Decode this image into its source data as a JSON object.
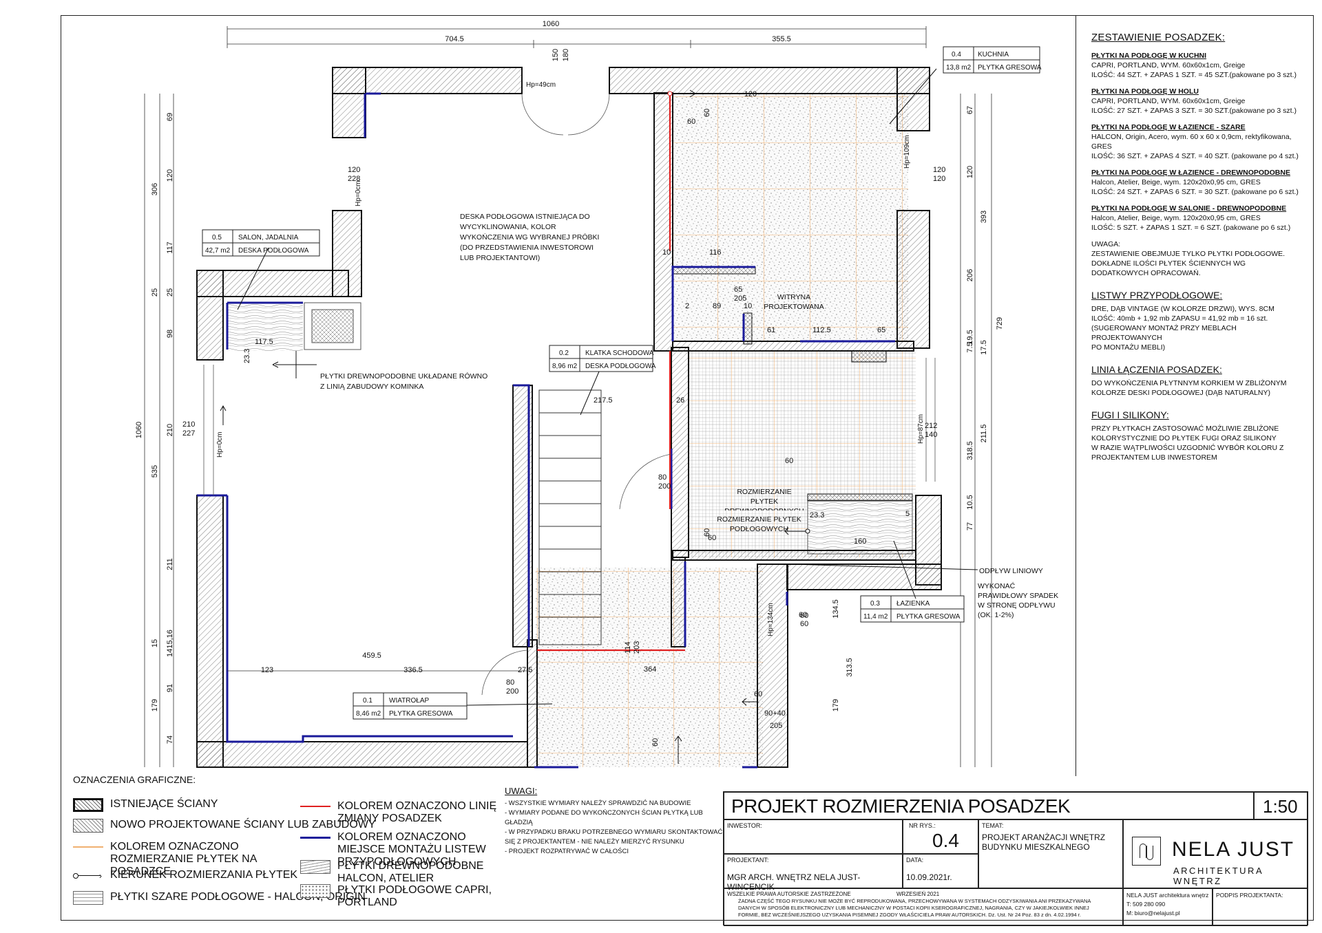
{
  "plan": {
    "dims_top": [
      "1060",
      "704.5",
      "355.5",
      "150",
      "180"
    ],
    "dims_left": [
      "69",
      "306",
      "120",
      "117",
      "25",
      "25",
      "98",
      "1060",
      "210",
      "535",
      "211",
      "15",
      "1415,16",
      "91",
      "179",
      "74"
    ],
    "dims_right": [
      "67",
      "120",
      "393",
      "206",
      "729",
      "19.5",
      "7.5",
      "17.5",
      "211.5",
      "318.5",
      "10.5",
      "77",
      "134.5",
      "313.5",
      "179"
    ],
    "dims_bottom": [
      "459.5",
      "123",
      "336.5"
    ],
    "dims_inner": [
      "120",
      "228",
      "120",
      "120",
      "10",
      "116",
      "65",
      "205",
      "2",
      "89",
      "10",
      "61",
      "112.5",
      "65",
      "217.5",
      "26",
      "80",
      "200",
      "212",
      "140",
      "60",
      "60",
      "60",
      "60",
      "60",
      "23.3",
      "5",
      "160",
      "114",
      "203",
      "364",
      "27.5",
      "80",
      "200",
      "90+40",
      "205",
      "60",
      "60",
      "60",
      "60",
      "60",
      "210",
      "227"
    ],
    "hp_labels": [
      "Hp=49cm",
      "Hp=0cm",
      "Hp=109cm",
      "Hp=87cm",
      "Hp=0cm",
      "Hp=134cm"
    ],
    "room_tags": [
      {
        "num": "0.4",
        "name": "KUCHNIA",
        "area": "13,8 m2",
        "finish": "PŁYTKA GRESOWA"
      },
      {
        "num": "0.5",
        "name": "SALON, JADALNIA",
        "area": "42,7 m2",
        "finish": "DESKA PODŁOGOWA"
      },
      {
        "num": "0.2",
        "name": "KLATKA SCHODOWA",
        "area": "8,96 m2",
        "finish": "DESKA PODŁOGOWA"
      },
      {
        "num": "0.3",
        "name": "ŁAZIENKA",
        "area": "11,4 m2",
        "finish": "PŁYTKA GRESOWA"
      },
      {
        "num": "0.1",
        "name": "WIATROŁAP",
        "area": "8,46 m2",
        "finish": "PŁYTKA GRESOWA"
      }
    ],
    "notes": {
      "deska": "DESKA PODŁOGOWA ISTNIEJĄCA DO WYCYKLINOWANIA, KOLOR WYKOŃCZENIA WG WYBRANEJ PRÓBKI (DO PRZEDSTAWIENIA INWESTOROWI LUB PROJEKTANTOWI)",
      "plytki_drew": "PŁYTKI DREWNOPODOBNE UKŁADANE RÓWNO Z LINIĄ ZABUDOWY KOMINKA",
      "witryna": "WITRYNA PROJEKTOWANA",
      "rozm_drew": "ROZMIERZANIE PŁYTEK DREWNOPODOBNYCH",
      "rozm_podl": "ROZMIERZANIE PŁYTEK PODŁOGOWYCH",
      "odplyw": "ODPŁYW LINIOWY",
      "spadek": "WYKONAĆ PRAWIDŁOWY SPADEK W STRONĘ ODPŁYWU (OK. 1-2%)",
      "fireplace_dim_1": "117.5",
      "fireplace_dim_2": "23.3"
    }
  },
  "side": {
    "title": "ZESTAWIENIE POSADZEK:",
    "blocks": [
      {
        "head": "PŁYTKI NA PODŁOGĘ W KUCHNI",
        "l1": "CAPRI, PORTLAND, WYM. 60x60x1cm, Greige",
        "l2": "ILOŚĆ: 44 SZT. + ZAPAS 1 SZT. =  45 SZT.(pakowane po 3 szt.)"
      },
      {
        "head": "PŁYTKI NA PODŁOGĘ W HOLU",
        "l1": "CAPRI, PORTLAND, WYM. 60x60x1cm, Greige",
        "l2": "ILOŚĆ: 27 SZT. + ZAPAS 3 SZT. =  30 SZT.(pakowane po 3 szt.)"
      },
      {
        "head": "PŁYTKI NA PODŁOGĘ W ŁAZIENCE - SZARE",
        "l1": "HALCON, Origin, Acero, wym. 60 x 60 x 0,9cm, rektyfikowana, GRES",
        "l2": "ILOŚĆ: 36 SZT. + ZAPAS 4 SZT. = 40 SZT. (pakowane po 4 szt.)"
      },
      {
        "head": "PŁYTKI NA PODŁOGĘ W ŁAZIENCE  - DREWNOPODOBNE",
        "l1": "Halcon, Atelier, Beige, wym. 120x20x0,95 cm,  GRES",
        "l2": "ILOŚĆ: 24 SZT. + ZAPAS 6 SZT. = 30 SZT. (pakowane po 6 szt.)"
      },
      {
        "head": "PŁYTKI NA PODŁOGĘ W SALONIE - DREWNOPODOBNE",
        "l1": "Halcon, Atelier, Beige, wym. 120x20x0,95 cm,  GRES",
        "l2": "ILOŚĆ: 5 SZT. + ZAPAS 1 SZT. = 6 SZT. (pakowane po 6 szt.)"
      }
    ],
    "uwaga_head": "UWAGA:",
    "uwaga": "ZESTAWIENIE OBEJMUJE TYLKO PŁYTKI PODŁOGOWE. DOKŁADNE ILOŚCI PŁYTEK ŚCIENNYCH WG DODATKOWYCH OPRACOWAŃ.",
    "listwy_head": "LISTWY PRZYPODŁOGOWE:",
    "listwy": [
      "DRE, DĄB VINTAGE (W KOLORZE DRZWI), WYS. 8CM",
      "ILOŚĆ: 40mb + 1,92 mb ZAPASU = 41,92 mb = 16 szt.",
      "(SUGEROWANY MONTAŻ PRZY MEBLACH PROJEKTOWANYCH",
      "PO MONTAŻU MEBLI)"
    ],
    "linia_head": "LINIA ŁĄCZENIA POSADZEK:",
    "linia": [
      "DO WYKOŃCZENIA PŁYTNNYM KORKIEM W ZBLIŻONYM",
      "KOLORZE DESKI PODŁOGOWEJ (DĄB NATURALNY)"
    ],
    "fugi_head": "FUGI I SILIKONY:",
    "fugi": [
      "PRZY PŁYTKACH ZASTOSOWAĆ MOŻLIWIE ZBLIŻONE",
      "KOLORYSTYCZNIE DO PŁYTEK FUGI ORAZ SILIKONY",
      "W RAZIE WĄTPLIWOŚCI UZGODNIĆ WYBÓR KOLORU Z",
      "PROJEKTANTEM LUB INWESTOREM"
    ]
  },
  "legend": {
    "title": "OZNACZENIA GRAFICZNE:",
    "items": [
      "ISTNIEJĄCE ŚCIANY",
      "NOWO PROJEKTOWANE ŚCIANY LUB ZABUDOWY",
      "KOLOREM OZNACZONO ROZMIERZANIE PŁYTEK NA POSADZCE",
      "KIERUNEK ROZMIERZANIA PŁYTEK",
      "PŁYTKI SZARE PODŁOGOWE - HALCON, ORIGIN",
      "KOLOREM OZNACZONO LINIĘ ZMIANY POSADZEK",
      "KOLOREM OZNACZONO MIEJSCE MONTAŻU LISTEW PRZYPODŁOGOWYCH",
      "PŁYTKI DREWNOPODOBNE HALCON, ATELIER",
      "PŁYTKI PODŁOGOWE CAPRI, PORTLAND"
    ],
    "colors": {
      "change_line": "#e02020",
      "baseboard": "#1a1a9a",
      "tiling": "#f0b070"
    }
  },
  "uwagi": {
    "title": "UWAGI:",
    "lines": [
      "- WSZYSTKIE WYMIARY NALEŻY SPRAWDZIĆ NA BUDOWIE",
      "- WYMIARY PODANE DO WYKOŃCZONYCH ŚCIAN PŁYTKĄ LUB GŁADZIĄ",
      "- W PRZYPADKU BRAKU POTRZEBNEGO WYMIARU SKONTAKTOWAĆ SIĘ Z PROJEKTANTEM - NIE NALEŻY MIERZYĆ RYSUNKU",
      "- PROJEKT ROZPATRYWAĆ W CAŁOŚCI"
    ]
  },
  "titleblock": {
    "title": "PROJEKT ROZMIERZENIA POSADZEK",
    "scale": "1:50",
    "inwestor_label": "INWESTOR:",
    "nr_label": "NR RYS.:",
    "nr": "0.4",
    "temat_label": "TEMAT:",
    "temat": "PROJEKT ARANŻACJI WNĘTRZ BUDYNKU MIESZKALNEGO",
    "projektant_label": "PROJEKTANT:",
    "projektant": "MGR ARCH. WNĘTRZ  NELA JUST-WINCENCIK",
    "data_label": "DATA:",
    "data": "10.09.2021r.",
    "logo_name": "NELA JUST",
    "logo_sub": "ARCHITEKTURA WNĘTRZ",
    "rights": "WSZELKIE PRAWA AUTORSKIE ZASTRZEŻONE",
    "rights_date": "WRZESIEŃ 2021",
    "rights_text": "ŻADNA CZĘŚĆ TEGO RYSUNKU NIE MOŻE BYĆ REPRODUKOWANA, PRZECHOWYWANA W SYSTEMACH ODZYSKIWANIA ANI PRZEKAZYWANA DANYCH W SPOSÓB ELEKTRONICZNY LUB MECHANICZNY W POSTACI KOPII KSEROGRAFICZNEJ, NAGRANIA, CZY W JAKIEJKOLWIEK INNEJ FORMIE, BEZ WCZEŚNIEJSZEGO UZYSKANIA PISEMNEJ  ZGODY WŁAŚCICIELA PRAW AUTORSKICH.       Dz. Ust. Nr 24 Poz. 83 z dn. 4.02.1994 r.",
    "contact_1": "NELA JUST architektura wnętrz",
    "contact_2": "T: 509 280 090",
    "contact_3": "M: biuro@nelajust.pl",
    "sign_label": "PODPIS PROJEKTANTA:"
  }
}
